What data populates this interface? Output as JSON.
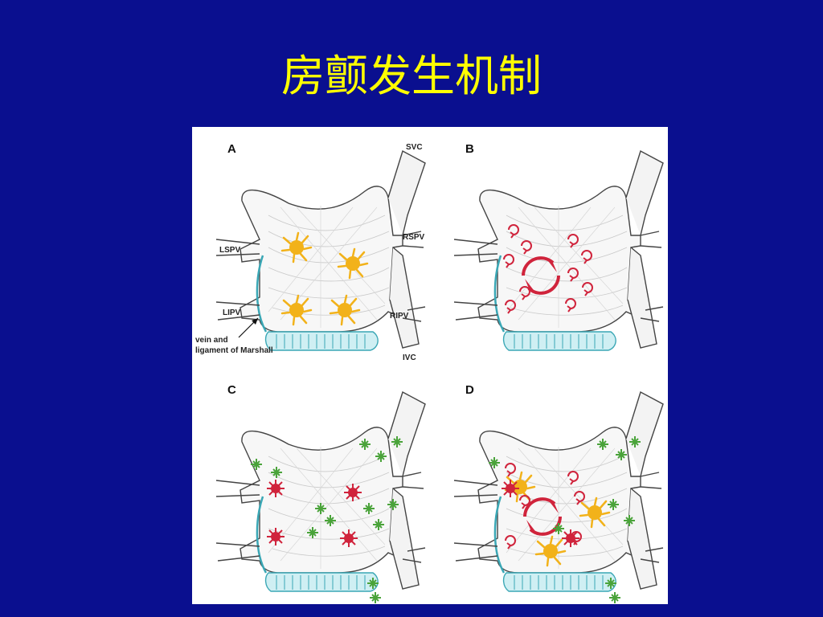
{
  "slide": {
    "title": "房颤发生机制"
  },
  "figure": {
    "panels": [
      {
        "letter": "A"
      },
      {
        "letter": "B"
      },
      {
        "letter": "C"
      },
      {
        "letter": "D"
      }
    ],
    "labels": {
      "svc": "SVC",
      "rspv": "RSPV",
      "lspv": "LSPV",
      "lipv": "LIPV",
      "ripv": "RIPV",
      "ivc": "IVC",
      "marshall_line1": "vein and",
      "marshall_line2": "ligament of Marshall"
    },
    "colors": {
      "ganglia": "#f2b21a",
      "reentry": "#d0243c",
      "sites": "#4aa33a",
      "vein": "#3aa7b5"
    }
  }
}
